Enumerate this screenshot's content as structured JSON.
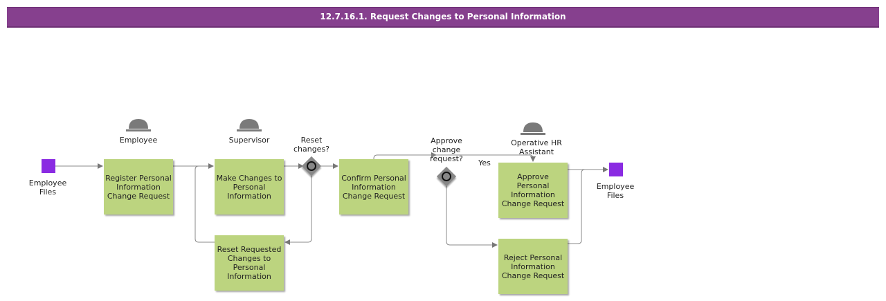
{
  "title": "12.7.16.1. Request Changes to Personal Information",
  "roles": {
    "employee": "Employee",
    "supervisor": "Supervisor",
    "hr_assistant": "Operative HR Assistant"
  },
  "data_objects": {
    "input": "Employee Files",
    "output": "Employee Files"
  },
  "tasks": {
    "register": "Register Personal Information Change Request",
    "make_changes": "Make Changes to Personal Information",
    "reset": "Reset Requested Changes to Personal Information",
    "confirm": "Confirm Personal Information Change Request",
    "approve": "Approve Personal Information Change Request",
    "reject": "Reject Personal Information Change Request"
  },
  "gateways": {
    "reset_changes": "Reset changes?",
    "approve_change": "Approve change request?"
  },
  "flow_labels": {
    "yes": "Yes"
  },
  "colors": {
    "header": "#86408e",
    "task": "#bcd47f",
    "data_object": "#8a2be2",
    "gateway": "#888888"
  }
}
